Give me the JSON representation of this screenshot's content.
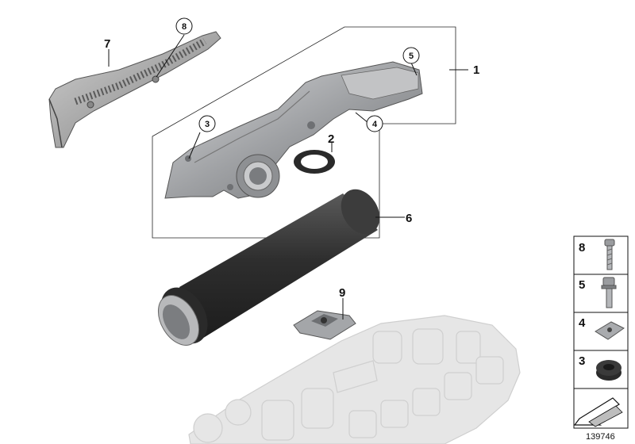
{
  "callouts": {
    "c1": "1",
    "c2": "2",
    "c3": "3",
    "c4": "4",
    "c5": "5",
    "c6": "6",
    "c7": "7",
    "c8": "8",
    "c9": "9"
  },
  "legend": {
    "items": [
      "8",
      "5",
      "4",
      "3"
    ]
  },
  "diagram_number": "139746",
  "colors": {
    "part_dark": "#3a3a3a",
    "part_metal": "#a9aaac",
    "ghost_part": "#dcdcdc",
    "line": "#111111"
  }
}
